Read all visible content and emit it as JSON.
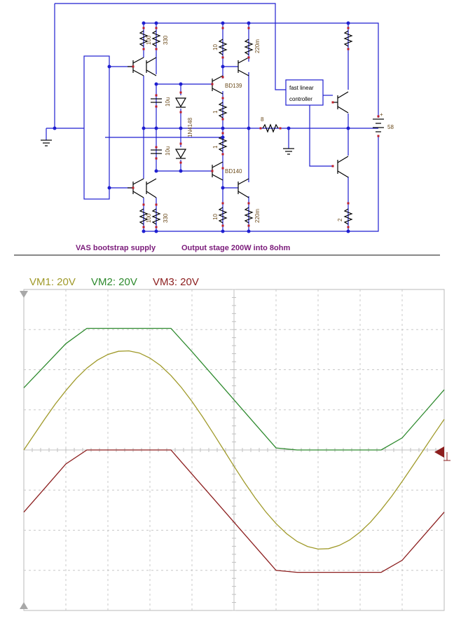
{
  "schematic": {
    "captions": {
      "bootstrap": "VAS bootstrap supply",
      "output": "Output stage 200W into 8ohm"
    },
    "controller": {
      "line1": "fast linear",
      "line2": "controller"
    },
    "labels": {
      "r_top_100": "100",
      "r_top_330": "330",
      "r_bot_100": "100",
      "r_bot_330": "330",
      "r_top_10": "10",
      "r_top_220m": "220m",
      "r_bot_10": "10",
      "r_bot_220m": "220m",
      "cap_top": "10u",
      "cap_bot": "10u",
      "diode": "1N4148",
      "r_1_top": "1",
      "r_1_bot": "1",
      "q_top": "BD139",
      "q_bot": "BD140",
      "r_out": "8",
      "r_2": "2",
      "battery": "58",
      "plus": "+"
    },
    "colors": {
      "wire": "#1f1fd0",
      "caption": "#7a1a7a",
      "pin": "#c0202a"
    }
  },
  "scope": {
    "legend": [
      {
        "label": "VM1: 20V",
        "color": "#a09a2a"
      },
      {
        "label": "VM2: 20V",
        "color": "#2e8a2e"
      },
      {
        "label": "VM3: 20V",
        "color": "#8c1e1e"
      }
    ],
    "chart_data": {
      "type": "line",
      "x_divisions": 10,
      "y_divisions": 8,
      "volts_per_div": 20,
      "series": [
        {
          "name": "VM1",
          "color": "#a09a2a",
          "x": [
            0,
            0.25,
            0.5,
            0.75,
            1,
            1.25,
            1.5,
            1.75,
            2,
            2.25,
            2.5,
            2.75,
            3,
            3.25,
            3.5,
            3.75,
            4,
            4.25,
            4.5,
            4.75,
            5,
            5.25,
            5.5,
            5.75,
            6,
            6.25,
            6.5,
            6.75,
            7,
            7.25,
            7.5,
            7.75,
            8,
            8.25,
            8.5,
            8.75,
            9,
            9.25,
            9.5,
            9.75,
            10
          ],
          "y": [
            0,
            7.8,
            15.5,
            22.9,
            29.6,
            35.7,
            40.8,
            44.8,
            47.6,
            49.2,
            49.4,
            48.3,
            45.8,
            42.1,
            37.1,
            31.1,
            24.2,
            16.6,
            8.5,
            0.2,
            -8.1,
            -16.2,
            -23.8,
            -30.7,
            -36.7,
            -41.7,
            -45.6,
            -48.1,
            -49.4,
            -49.2,
            -47.6,
            -44.9,
            -40.9,
            -35.9,
            -29.8,
            -23.1,
            -15.7,
            -8,
            -0.2,
            7.6,
            15.3
          ]
        },
        {
          "name": "VM2",
          "color": "#2e8a2e",
          "x": [
            0,
            0.5,
            1,
            1.5,
            2,
            2.5,
            3,
            3.5,
            4,
            4.5,
            5,
            5.5,
            6,
            6.5,
            7,
            7.5,
            8,
            8.5,
            9,
            9.5,
            10
          ],
          "y": [
            31,
            42,
            53,
            60.6,
            60.6,
            60.6,
            60.6,
            60.6,
            49,
            37,
            25,
            13,
            1,
            0,
            0,
            0,
            0,
            0,
            6,
            18,
            30
          ]
        },
        {
          "name": "VM3",
          "color": "#8c1e1e",
          "x": [
            0,
            0.5,
            1,
            1.5,
            2,
            2.5,
            3,
            3.5,
            4,
            4.5,
            5,
            5.5,
            6,
            6.5,
            7,
            7.5,
            8,
            8.5,
            9,
            9.5,
            10
          ],
          "y": [
            -31,
            -19,
            -7,
            0,
            0,
            0,
            0,
            0,
            -12,
            -24,
            -36,
            -48,
            -60,
            -61,
            -61,
            -61,
            -61,
            -61,
            -55,
            -43,
            -31
          ]
        }
      ]
    }
  }
}
